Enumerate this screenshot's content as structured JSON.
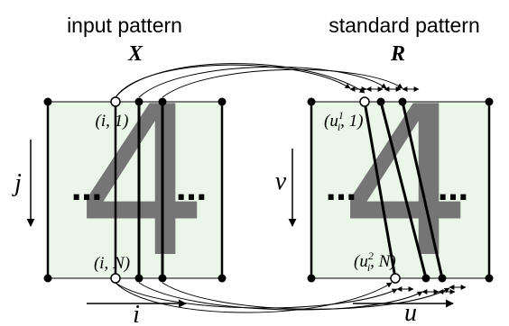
{
  "left_panel": {
    "title": "input pattern",
    "symbol": "X",
    "top_label": "(i, 1)",
    "bottom_label": "(i, N)",
    "vertical_axis": "j",
    "horizontal_axis": "i",
    "digit": "4"
  },
  "right_panel": {
    "title": "standard pattern",
    "symbol": "R",
    "top_label_prefix": "(u",
    "top_label_sup": "1",
    "top_label_sub": "i",
    "top_label_suffix": ", 1)",
    "bottom_label_prefix": "(u",
    "bottom_label_sup": "2",
    "bottom_label_sub": "i",
    "bottom_label_suffix": ", N)",
    "vertical_axis": "v",
    "horizontal_axis": "u",
    "digit": "4"
  },
  "ellipsis": "…",
  "colors": {
    "panel_fill": "#eaf6e8",
    "digit": "#6f6f6f",
    "line": "#000000"
  }
}
